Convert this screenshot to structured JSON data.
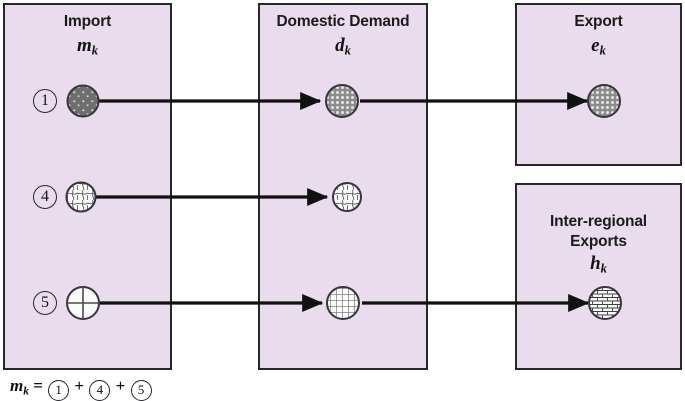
{
  "figure": {
    "background_color": "#ffffff",
    "panel_fill": "#e8dced",
    "panel_border": "#2b2430",
    "arrow_color": "#111111"
  },
  "panels": [
    {
      "key": "import",
      "title": "Import",
      "symbol": "m",
      "subscript": "k"
    },
    {
      "key": "domestic_demand",
      "title": "Domestic Demand",
      "symbol": "d",
      "subscript": "k"
    },
    {
      "key": "export",
      "title": "Export",
      "symbol": "e",
      "subscript": "k"
    },
    {
      "key": "inter_regional_exports",
      "title_line1": "Inter-regional",
      "title_line2": "Exports",
      "symbol": "h",
      "subscript": "k"
    }
  ],
  "markers": [
    {
      "label": "1",
      "pattern": "dark-speckled"
    },
    {
      "label": "4",
      "pattern": "light-speckled"
    },
    {
      "label": "5",
      "pattern": "cross-grid"
    }
  ],
  "flows": [
    {
      "key": "flow-1",
      "from": "import",
      "via": "domestic_demand",
      "to": "export",
      "marker": "1"
    },
    {
      "key": "flow-4",
      "from": "import",
      "to": "domestic_demand",
      "marker": "4"
    },
    {
      "key": "flow-5",
      "from": "import",
      "via": "domestic_demand",
      "to": "inter_regional_exports",
      "marker": "5"
    }
  ],
  "formula": {
    "lhs_symbol": "m",
    "lhs_subscript": "k",
    "equals": "=",
    "plus": "+",
    "terms": [
      "1",
      "4",
      "5"
    ]
  }
}
